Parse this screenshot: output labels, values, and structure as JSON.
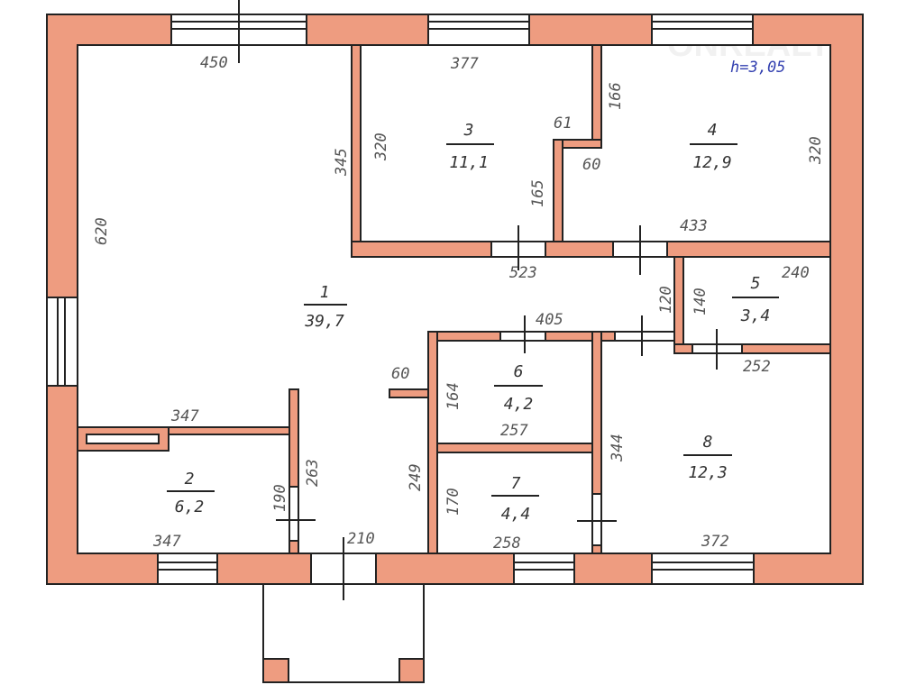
{
  "ceiling_height": "h=3,05",
  "watermark": "ONREALT",
  "rooms": [
    {
      "number": "1",
      "area": "39,7"
    },
    {
      "number": "2",
      "area": "6,2"
    },
    {
      "number": "3",
      "area": "11,1"
    },
    {
      "number": "4",
      "area": "12,9"
    },
    {
      "number": "5",
      "area": "3,4"
    },
    {
      "number": "6",
      "area": "4,2"
    },
    {
      "number": "7",
      "area": "4,4"
    },
    {
      "number": "8",
      "area": "12,3"
    }
  ],
  "dimensions": [
    "450",
    "377",
    "166",
    "320",
    "61",
    "60",
    "345",
    "320",
    "165",
    "620",
    "433",
    "523",
    "240",
    "120",
    "140",
    "405",
    "252",
    "60",
    "164",
    "347",
    "257",
    "263",
    "249",
    "344",
    "190",
    "170",
    "347",
    "210",
    "258",
    "372"
  ],
  "colors": {
    "wall": "#ee9c80",
    "height_label": "#3340b0"
  }
}
